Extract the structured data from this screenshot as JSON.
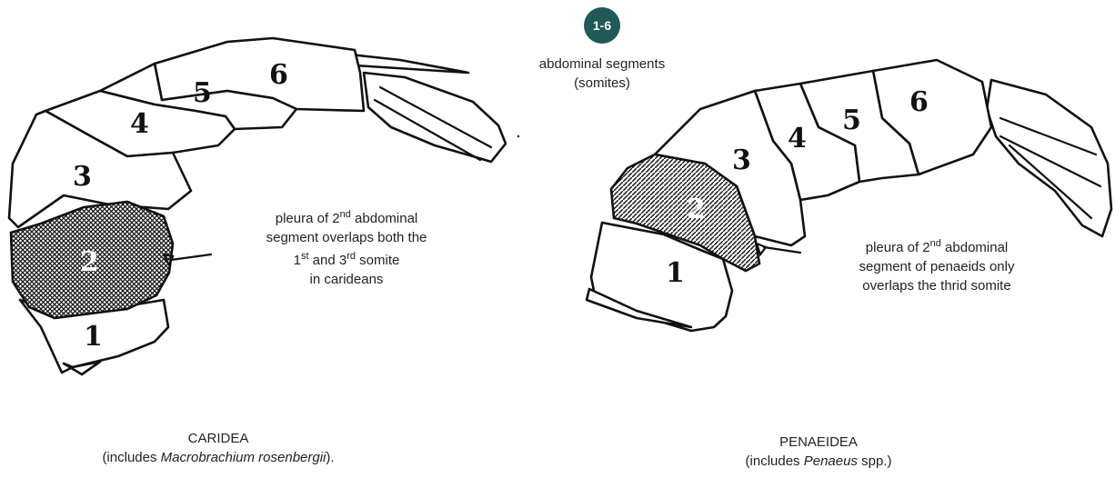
{
  "legend": {
    "badge_label": "1-6",
    "description_line1": "abdominal segments",
    "description_line2": "(somites)"
  },
  "caridea": {
    "segment_numbers": [
      "1",
      "2",
      "3",
      "4",
      "5",
      "6"
    ],
    "note": {
      "l1_a": "pleura of 2",
      "l1_sup": "nd",
      "l1_b": " abdominal",
      "l2": "segment overlaps both the",
      "l3_a": "1",
      "l3_sup1": "st",
      "l3_b": " and 3",
      "l3_sup2": "rd",
      "l3_c": " somite",
      "l4": "in carideans"
    },
    "name": "CARIDEA",
    "includes_prefix": "(includes ",
    "includes_species": "Macrobrachium rosenbergii",
    "includes_suffix": ")."
  },
  "penaeidea": {
    "segment_numbers": [
      "1",
      "2",
      "3",
      "4",
      "5",
      "6"
    ],
    "note": {
      "l1_a": "pleura of 2",
      "l1_sup": "nd",
      "l1_b": " abdominal",
      "l2": "segment of penaeids only",
      "l3": "overlaps the thrid somite"
    },
    "name": "PENAEIDEA",
    "includes_prefix": "(includes ",
    "includes_species": "Penaeus",
    "includes_suffix": " spp.)"
  }
}
